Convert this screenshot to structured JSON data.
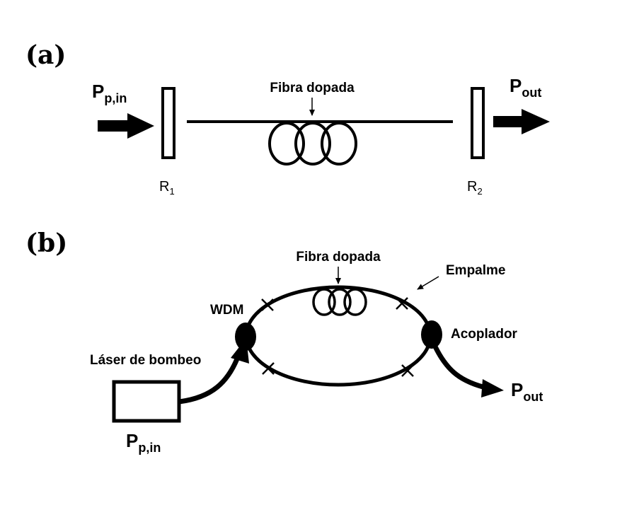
{
  "panel_a": {
    "label": "(a)",
    "input_power": {
      "main": "P",
      "sub": "p,in"
    },
    "output_power": {
      "main": "P",
      "sub": "out"
    },
    "fiber_label": "Fibra dopada",
    "mirror_left": {
      "main": "R",
      "sub": "1"
    },
    "mirror_right": {
      "main": "R",
      "sub": "2"
    }
  },
  "panel_b": {
    "label": "(b)",
    "fiber_label": "Fibra dopada",
    "splice_label": "Empalme",
    "wdm_label": "WDM",
    "coupler_label": "Acoplador",
    "pump_label": "Láser de bombeo",
    "input_power": {
      "main": "P",
      "sub": "p,in"
    },
    "output_power": {
      "main": "P",
      "sub": "out"
    }
  }
}
